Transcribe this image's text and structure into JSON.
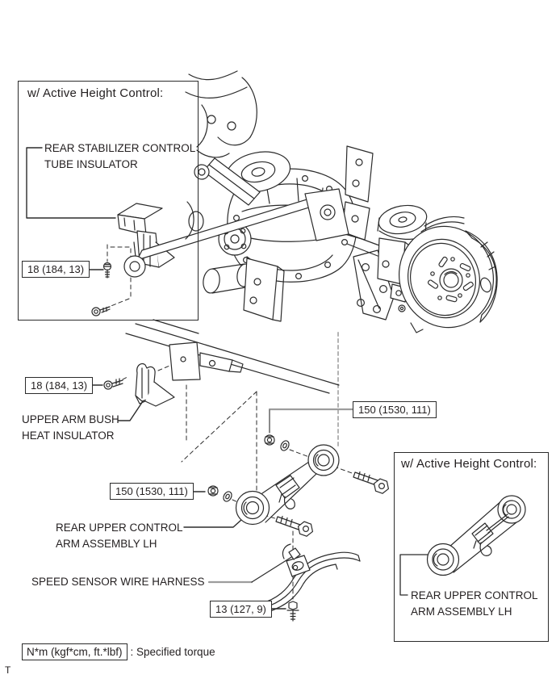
{
  "page": {
    "footer_char": "T"
  },
  "callouts": {
    "active_height_top": {
      "title": "w/ Active Height Control:",
      "part_line1": "REAR STABILIZER CONTROL",
      "part_line2": "TUBE INSULATOR",
      "torque": "18 (184, 13)"
    },
    "upper_arm_bush": {
      "torque": "18 (184, 13)",
      "line1": "UPPER ARM BUSH",
      "line2": "HEAT INSULATOR"
    },
    "control_arm": {
      "torque_upper": "150 (1530, 111)",
      "torque_lower": "150 (1530, 111)",
      "line1": "REAR UPPER CONTROL",
      "line2": "ARM ASSEMBLY LH"
    },
    "speed_sensor": {
      "label": "SPEED SENSOR WIRE HARNESS",
      "torque": "13 (127, 9)"
    },
    "active_height_bottom": {
      "title": "w/ Active Height Control:",
      "part_line1": "REAR UPPER CONTROL",
      "part_line2": "ARM ASSEMBLY LH"
    }
  },
  "legend": {
    "torque_box": "N*m (kgf*cm, ft.*lbf)",
    "description": ": Specified torque"
  },
  "colors": {
    "line": "#2b2b2b",
    "leader_gray": "#9d9d9d",
    "dash_gray": "#b3b3b3",
    "background": "#ffffff"
  }
}
